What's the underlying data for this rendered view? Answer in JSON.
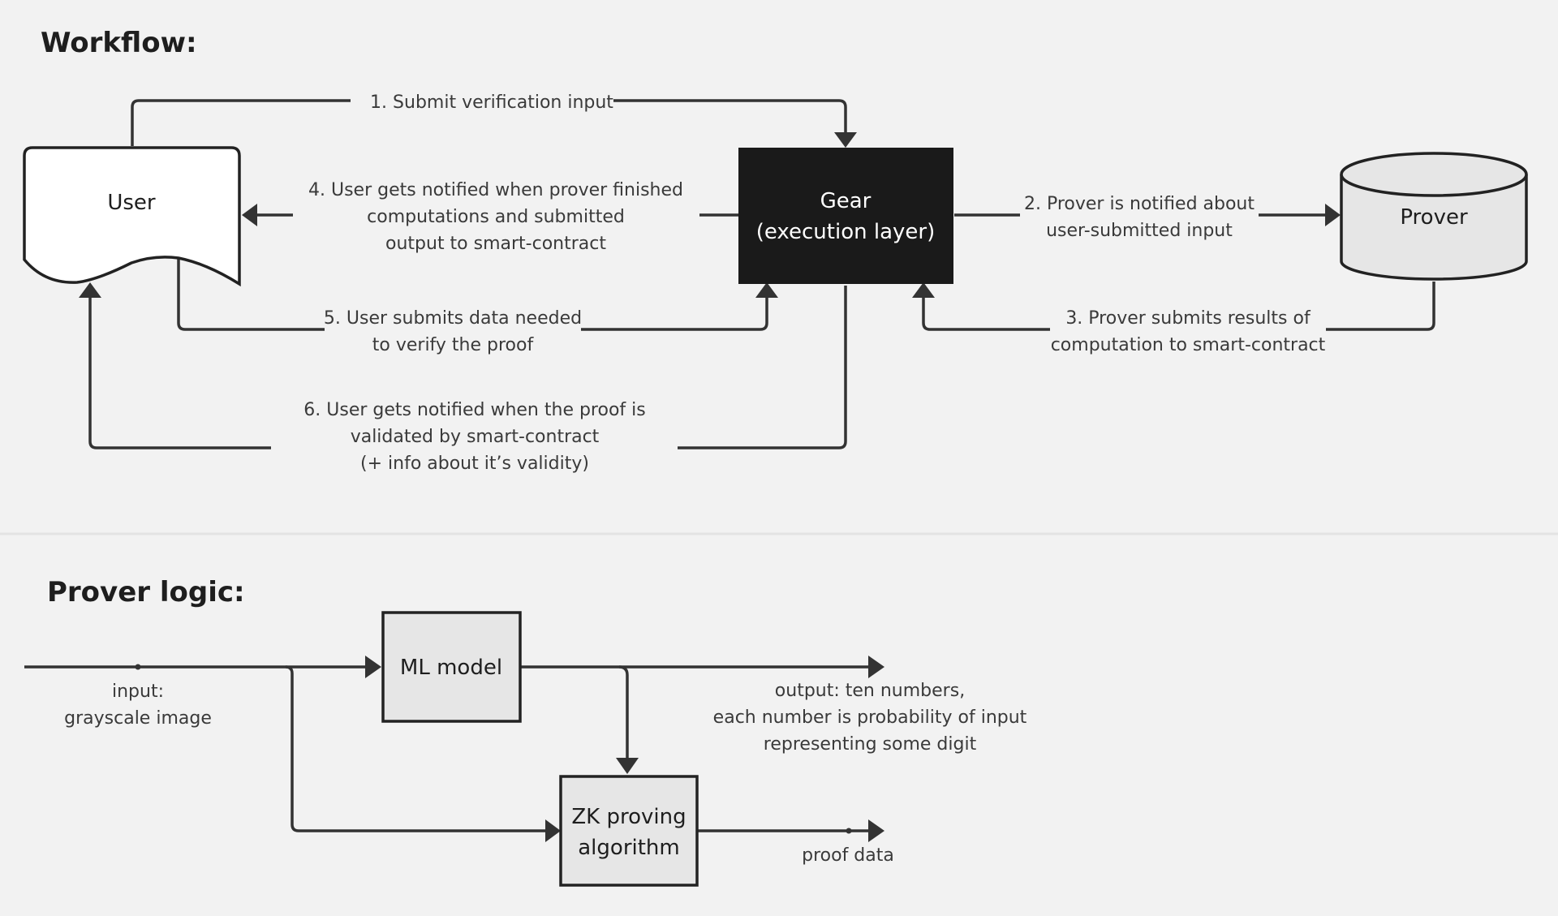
{
  "workflow": {
    "title": "Workflow:",
    "nodes": {
      "user": "User",
      "gear_line1": "Gear",
      "gear_line2": "(execution layer)",
      "prover": "Prover"
    },
    "steps": {
      "step1": "1. Submit verification input",
      "step2_line1": "2. Prover is notified about",
      "step2_line2": "user-submitted input",
      "step3_line1": "3.  Prover submits results of",
      "step3_line2": "computation to smart-contract",
      "step4_line1": "4. User gets notified when prover finished",
      "step4_line2": "computations and submitted",
      "step4_line3": "output to smart-contract",
      "step5_line1": "5. User submits data needed",
      "step5_line2": "to verify the proof",
      "step6_line1": "6. User gets notified when the proof is",
      "step6_line2": "validated by smart-contract",
      "step6_line3": "(+ info about it’s validity)"
    }
  },
  "prover_logic": {
    "title": "Prover logic:",
    "nodes": {
      "ml_model": "ML model",
      "zk_line1": "ZK proving",
      "zk_line2": "algorithm"
    },
    "labels": {
      "input_line1": "input:",
      "input_line2": "grayscale image",
      "output_line1": "output: ten numbers,",
      "output_line2": "each number is probability of input",
      "output_line3": "representing some digit",
      "proof_data": "proof data"
    }
  },
  "colors": {
    "background": "#f2f2f2",
    "gear_fill": "#1a1a1a",
    "node_fill_light": "#e6e6e6",
    "user_fill": "#ffffff",
    "stroke": "#333333",
    "divider": "#e3e3e3"
  }
}
